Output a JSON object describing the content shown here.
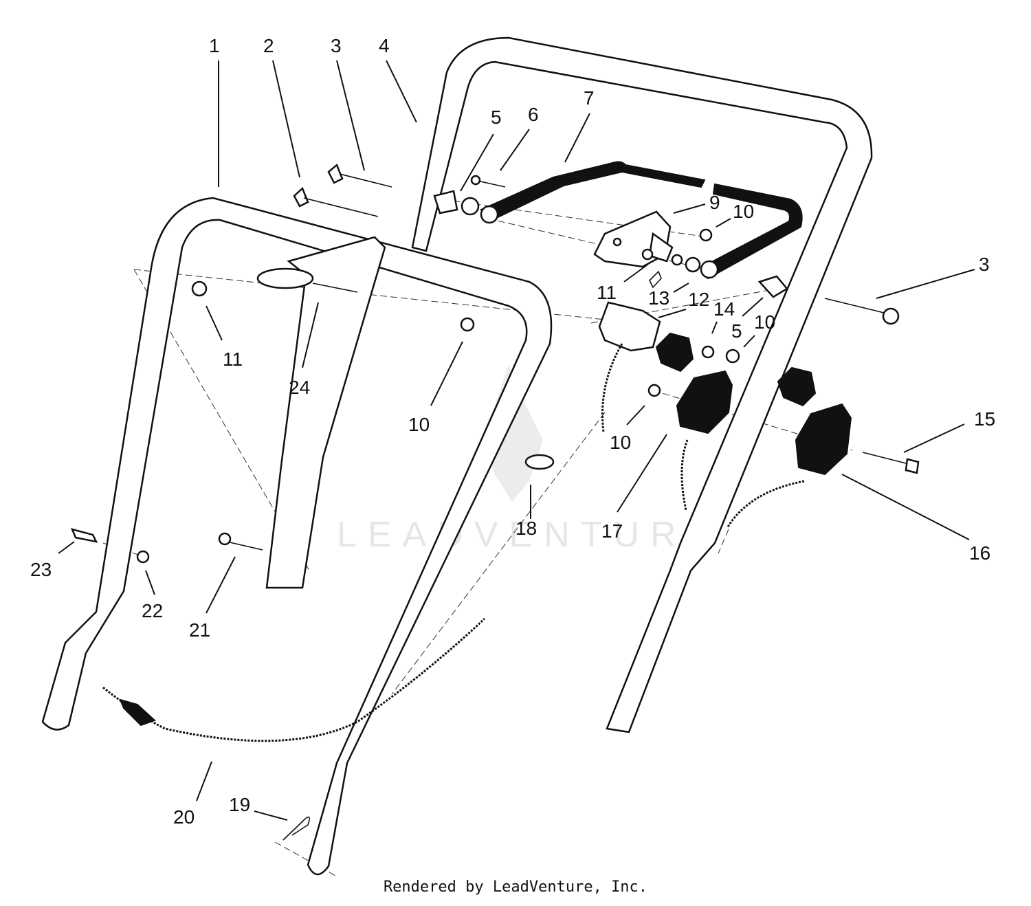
{
  "watermark": "LEADVENTURE",
  "footer": "Rendered by LeadVenture, Inc.",
  "callouts": [
    {
      "id": "c1",
      "text": "1"
    },
    {
      "id": "c2",
      "text": "2"
    },
    {
      "id": "c3a",
      "text": "3"
    },
    {
      "id": "c4",
      "text": "4"
    },
    {
      "id": "c5a",
      "text": "5"
    },
    {
      "id": "c6",
      "text": "6"
    },
    {
      "id": "c7",
      "text": "7"
    },
    {
      "id": "c9",
      "text": "9"
    },
    {
      "id": "c10a",
      "text": "10"
    },
    {
      "id": "c3b",
      "text": "3"
    },
    {
      "id": "c11a",
      "text": "11"
    },
    {
      "id": "c13",
      "text": "13"
    },
    {
      "id": "c12",
      "text": "12"
    },
    {
      "id": "c14",
      "text": "14"
    },
    {
      "id": "c10b",
      "text": "10"
    },
    {
      "id": "c5b",
      "text": "5"
    },
    {
      "id": "c11b",
      "text": "11"
    },
    {
      "id": "c24",
      "text": "24"
    },
    {
      "id": "c10c",
      "text": "10"
    },
    {
      "id": "c10d",
      "text": "10"
    },
    {
      "id": "c15",
      "text": "15"
    },
    {
      "id": "c18",
      "text": "18"
    },
    {
      "id": "c17",
      "text": "17"
    },
    {
      "id": "c16",
      "text": "16"
    },
    {
      "id": "c23",
      "text": "23"
    },
    {
      "id": "c22",
      "text": "22"
    },
    {
      "id": "c21",
      "text": "21"
    },
    {
      "id": "c20",
      "text": "20"
    },
    {
      "id": "c19",
      "text": "19"
    }
  ]
}
